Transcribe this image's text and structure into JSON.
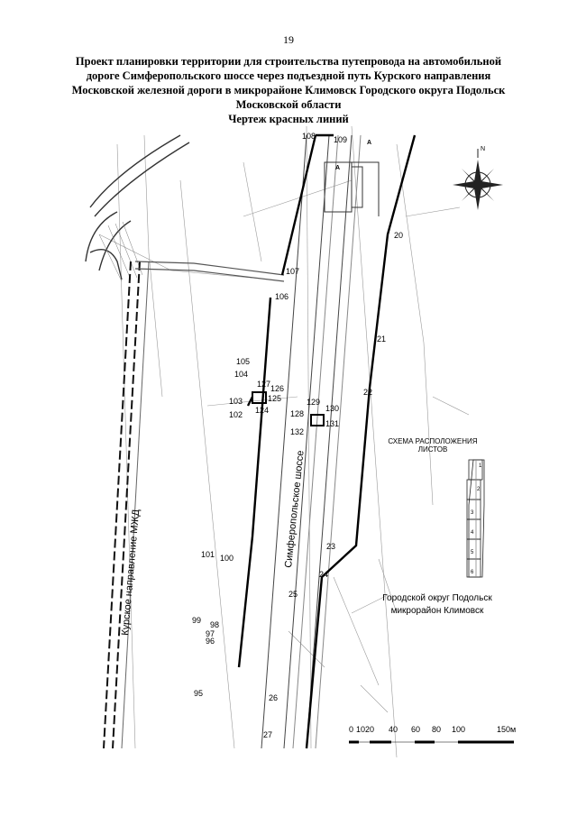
{
  "page_number": "19",
  "title_lines": [
    "Проект планировки территории для строительства путепровода на автомобильной",
    "дороге Симферопольского шоссе через подъездной путь Курского направления",
    "Московской железной дороги в микрорайоне Климовск Городского округа Подольск",
    "Московской области",
    "Чертеж красных линий"
  ],
  "map": {
    "road_label": "Симферопольское шоссе",
    "railway_label": "Курское направление МЖД",
    "district_label_line1": "Городской округ Подольск",
    "district_label_line2": "микрорайон Климовск",
    "north_label": "N",
    "section_marker": "A",
    "points": {
      "p20": "20",
      "p21": "21",
      "p22": "22",
      "p23": "23",
      "p24": "24",
      "p25": "25",
      "p26": "26",
      "p27": "27",
      "p95": "95",
      "p96": "96",
      "p97": "97",
      "p98": "98",
      "p99": "99",
      "p100": "100",
      "p101": "101",
      "p102": "102",
      "p103": "103",
      "p104": "104",
      "p105": "105",
      "p106": "106",
      "p107": "107",
      "p108": "108",
      "p109": "109",
      "p124": "124",
      "p125": "125",
      "p126": "126",
      "p127": "127",
      "p128": "128",
      "p129": "129",
      "p130": "130",
      "p131": "131",
      "p132": "132"
    },
    "inset": {
      "title_line1": "СХЕМА РАСПОЛОЖЕНИЯ",
      "title_line2": "ЛИСТОВ",
      "sheets": [
        "1",
        "2",
        "3",
        "4",
        "5",
        "6"
      ]
    },
    "scale": {
      "labels": [
        "0",
        "10",
        "20",
        "40",
        "60",
        "80",
        "100",
        "150м"
      ]
    }
  }
}
